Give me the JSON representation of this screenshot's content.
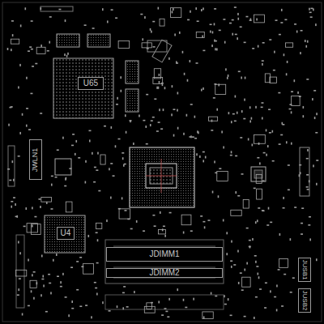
{
  "diagram": {
    "nodes": [
      {
        "text": [
          "U65"
        ]
      },
      {
        "text": [
          "JWLN1"
        ]
      },
      {
        "text": [
          "U4"
        ]
      },
      {
        "text": [
          "JDIMM1"
        ]
      },
      {
        "text": [
          "JDIMM2"
        ]
      },
      {
        "text": [
          "JUSB1"
        ]
      },
      {
        "text": [
          "JUSB2"
        ]
      }
    ]
  }
}
